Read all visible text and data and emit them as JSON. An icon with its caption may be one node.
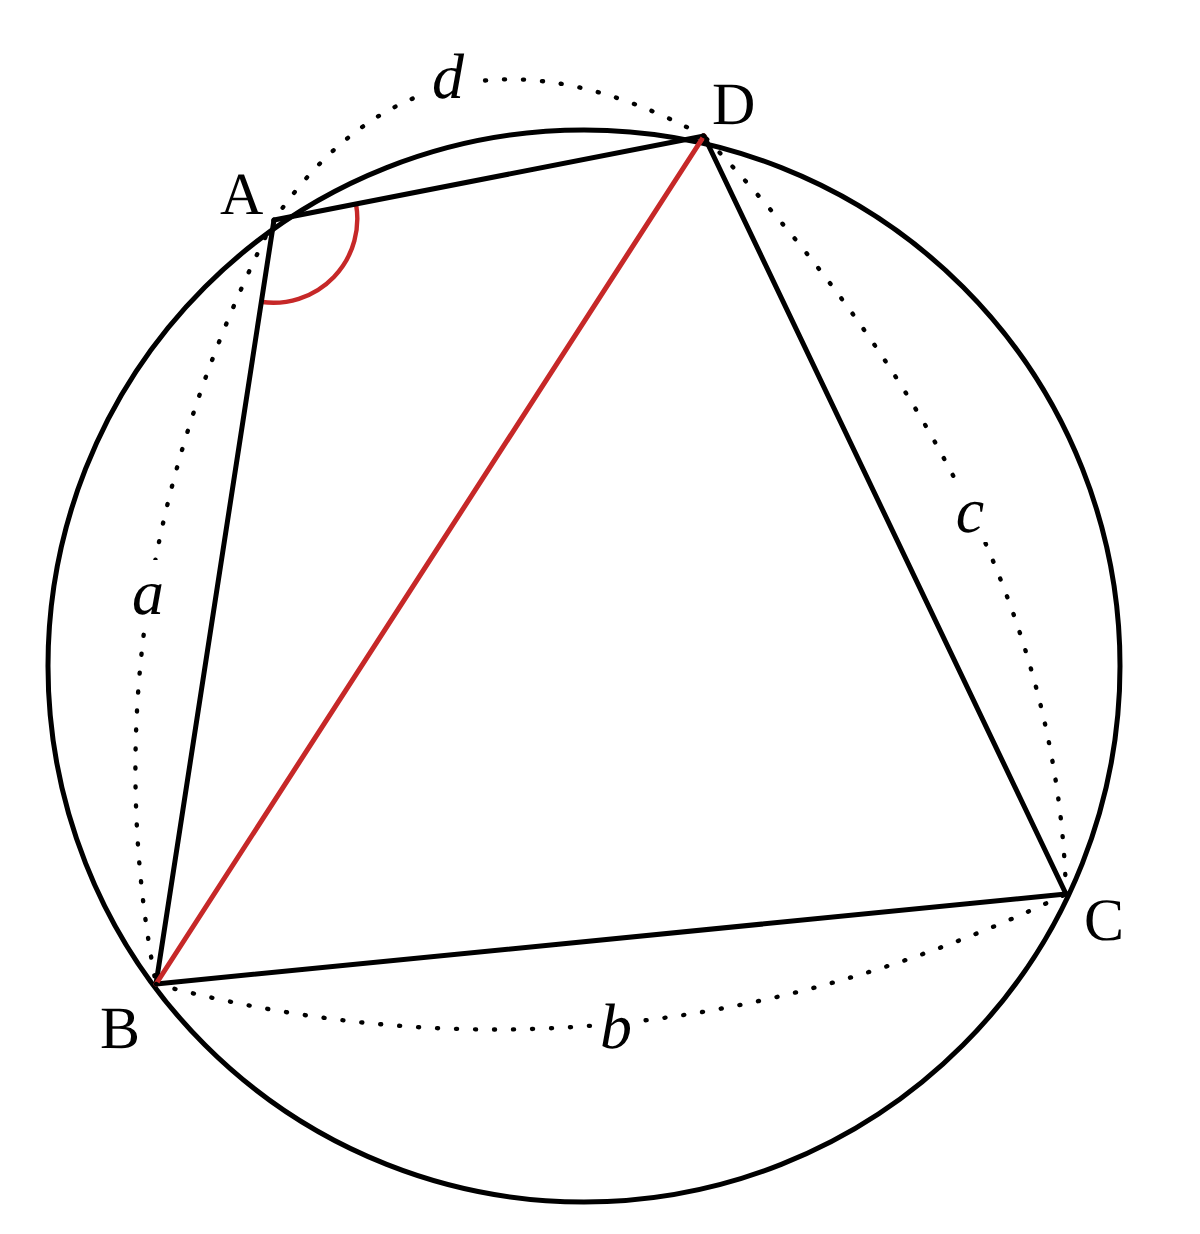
{
  "diagram": {
    "nodes": [
      {
        "text": [
          "A"
        ]
      },
      {
        "text": [
          "D"
        ]
      },
      {
        "text": [
          "C"
        ]
      },
      {
        "text": [
          "B"
        ]
      }
    ],
    "edges": [
      {
        "from": 0,
        "to": 3,
        "arrow": "none"
      },
      {
        "from": 3,
        "to": 2,
        "arrow": "none"
      },
      {
        "from": 2,
        "to": 1,
        "arrow": "none"
      },
      {
        "from": 1,
        "to": 0,
        "arrow": "none"
      },
      {
        "from": 3,
        "to": 1,
        "arrow": "none",
        "color": "#c62828"
      },
      {
        "from": 0,
        "to": 3,
        "arrow": "none",
        "style": "dashed",
        "label": "a"
      },
      {
        "from": 3,
        "to": 2,
        "arrow": "none",
        "style": "dashed",
        "label": "b"
      },
      {
        "from": 2,
        "to": 1,
        "arrow": "none",
        "style": "dashed",
        "label": "c"
      },
      {
        "from": 1,
        "to": 0,
        "arrow": "none",
        "style": "dashed",
        "label": "d"
      }
    ]
  }
}
